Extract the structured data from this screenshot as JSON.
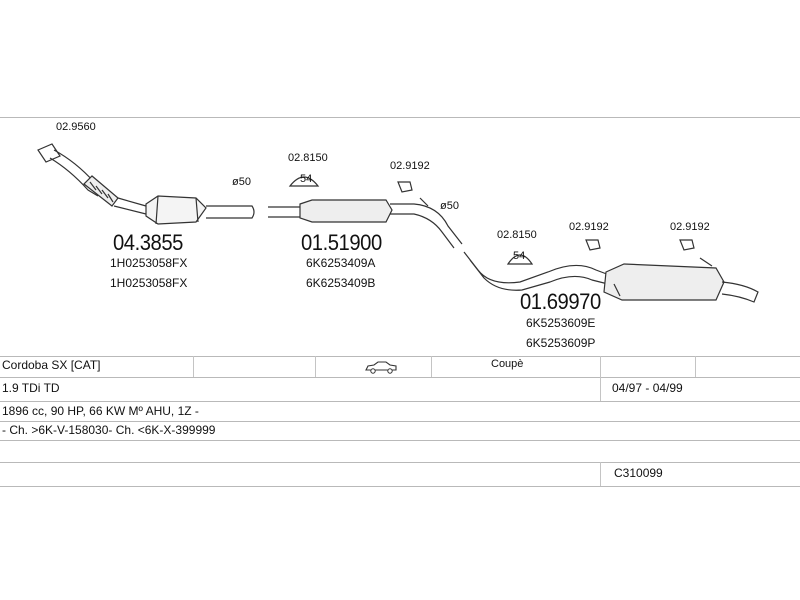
{
  "diagram": {
    "labels": {
      "clamp_front": "02.9560",
      "hanger_1": "02.8150",
      "clamp_1": "02.9192",
      "diameter_1": "ø50",
      "diameter_2": "ø50",
      "hanger_2": "02.8150",
      "clamp_2": "02.9192",
      "clamp_3": "02.9192",
      "hanger_size_1": "54",
      "hanger_size_2": "54"
    },
    "parts": [
      {
        "number": "04.3855",
        "refs": [
          "1H0253058FX",
          "1H0253058FX"
        ]
      },
      {
        "number": "01.51900",
        "refs": [
          "6K6253409A",
          "6K6253409B"
        ]
      },
      {
        "number": "01.69970",
        "refs": [
          "6K5253609E",
          "6K5253609P"
        ]
      }
    ]
  },
  "table": {
    "model": "Cordoba SX  [CAT]",
    "body_type": "Coupè",
    "engine": "1.9 TDi TD",
    "years": "04/97 - 04/99",
    "spec": "1896 cc, 90 HP, 66 KW Mº AHU, 1Z -",
    "chassis": "- Ch. >6K-V-158030- Ch. <6K-X-399999",
    "code": "C310099",
    "car_icon": "car-icon"
  }
}
